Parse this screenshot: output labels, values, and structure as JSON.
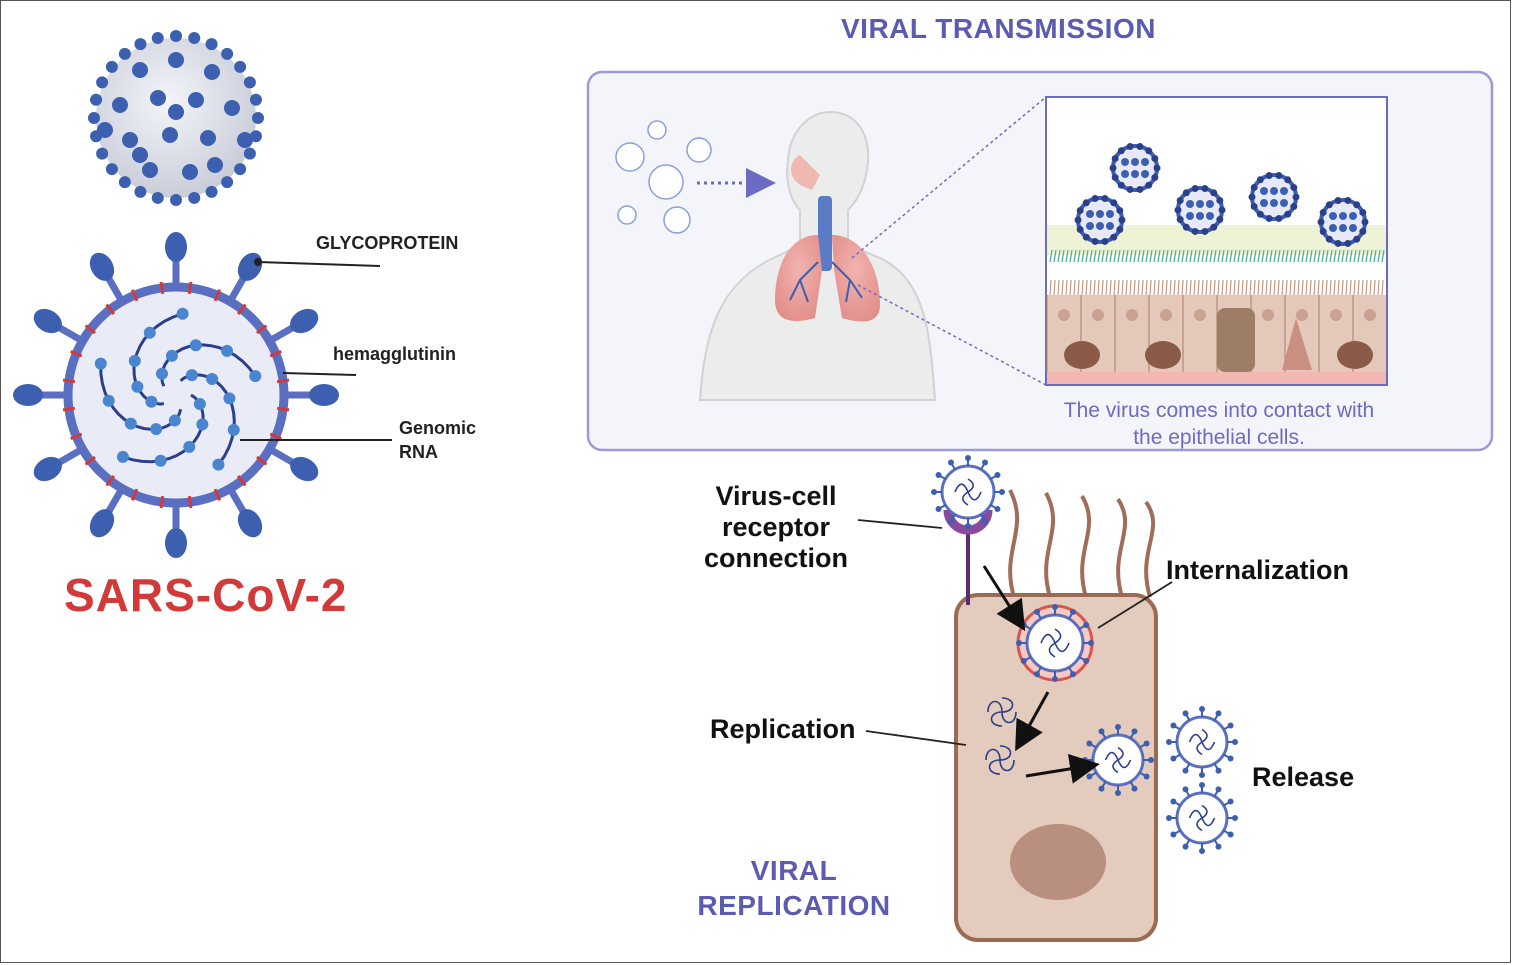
{
  "virus_panel": {
    "name": "SARS-CoV-2",
    "labels": {
      "glycoprotein": "GLYCOPROTEIN",
      "hemagglutinin": "hemagglutinin",
      "genomic_rna_line1": "Genomic",
      "genomic_rna_line2": "RNA"
    }
  },
  "transmission": {
    "title": "VIRAL TRANSMISSION",
    "caption_line1": "The virus comes into contact with",
    "caption_line2": "the epithelial cells."
  },
  "replication": {
    "title_line1": "VIRAL",
    "title_line2": "REPLICATION",
    "steps": {
      "receptor_line1": "Virus-cell",
      "receptor_line2": "receptor",
      "receptor_line3": "connection",
      "internalization": "Internalization",
      "replication": "Replication",
      "release": "Release"
    }
  },
  "colors": {
    "virus_blue": "#3d5fb0",
    "virus_dark": "#2c3f8a",
    "envelope": "#5a6fc0",
    "accent_red": "#d23a3a",
    "title_purple": "#5b5bb0",
    "cell_fill": "#e3cbbd",
    "cell_border": "#9b6a55"
  }
}
